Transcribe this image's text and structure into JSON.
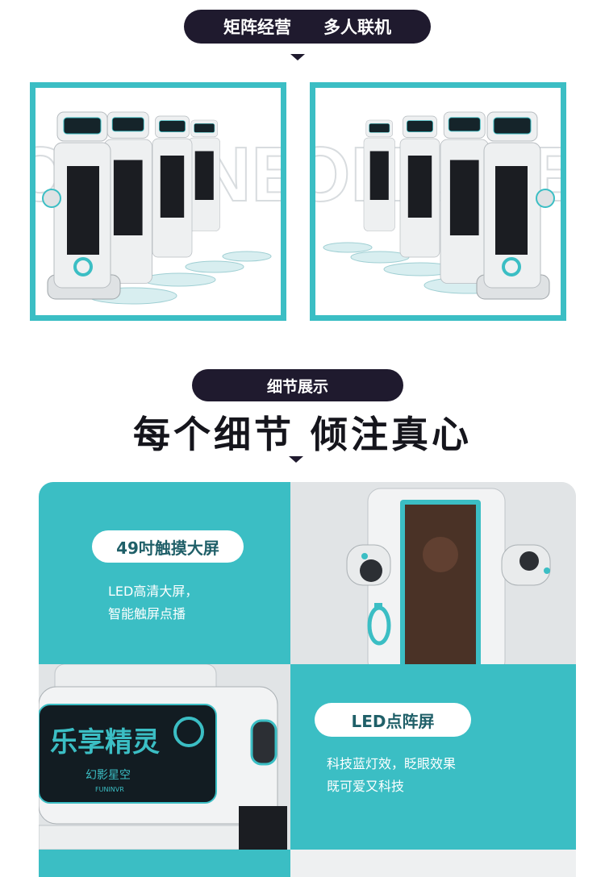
{
  "header": {
    "tag_left": "矩阵经营",
    "tag_right": "多人联机",
    "watermark": "ONLINE"
  },
  "robot_screen": {
    "title": "乐享精灵",
    "brand": "幻影星空",
    "brand_sub": "FUNINVR"
  },
  "details": {
    "section_tag": "细节展示",
    "headline": "每个细节 倾注真心",
    "feature1": {
      "label": "49吋触摸大屏",
      "line1": "LED高清大屏，",
      "line2": "智能触屏点播"
    },
    "feature2": {
      "label": "LED点阵屏",
      "line1": "科技蓝灯效，眨眼效果",
      "line2": "既可爱又科技"
    }
  },
  "colors": {
    "accent": "#3bbec4",
    "dark": "#1f1a2e"
  }
}
